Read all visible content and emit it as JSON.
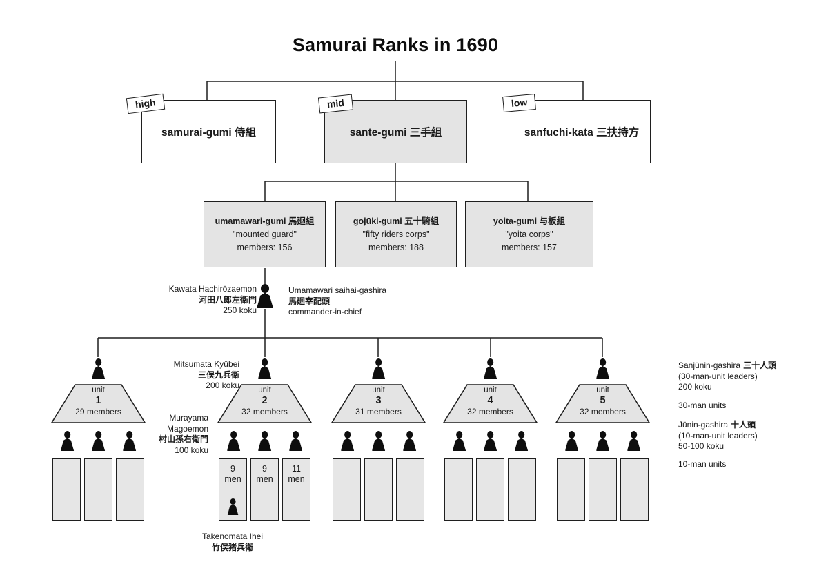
{
  "title": "Samurai Ranks in 1690",
  "colors": {
    "box_fill": "#e4e4e4",
    "line": "#1f1f1f",
    "background": "#ffffff",
    "text": "#1b1b1b"
  },
  "icons": {
    "person": "black person-silhouette (head circle + shoulders)"
  },
  "tier1": [
    {
      "tag": "high",
      "label": "samurai-gumi 侍組",
      "highlighted": false
    },
    {
      "tag": "mid",
      "label": "sante-gumi 三手組",
      "highlighted": true
    },
    {
      "tag": "low",
      "label": "sanfuchi-kata 三扶持方",
      "highlighted": false
    }
  ],
  "tier2": [
    {
      "name": "umamawari-gumi 馬廻組",
      "alias": "\"mounted guard\"",
      "members": "members: 156"
    },
    {
      "name": "gojūki-gumi 五十騎組",
      "alias": "\"fifty riders corps\"",
      "members": "members: 188"
    },
    {
      "name": "yoita-gumi 与板組",
      "alias": "\"yoita corps\"",
      "members": "members: 157"
    }
  ],
  "commander": {
    "name_romaji": "Kawata Hachirōzaemon",
    "name_kanji": "河田八郎左衛門",
    "stipend": "250 koku",
    "title_romaji": "Umamawari saihai-gashira",
    "title_kanji": "馬廻宰配頭",
    "title_en": "commander-in-chief"
  },
  "units": [
    {
      "word": "unit",
      "number": "1",
      "members": "29 members"
    },
    {
      "word": "unit",
      "number": "2",
      "members": "32 members",
      "squads": [
        {
          "count": "9",
          "word": "men"
        },
        {
          "count": "9",
          "word": "men"
        },
        {
          "count": "11",
          "word": "men"
        }
      ]
    },
    {
      "word": "unit",
      "number": "3",
      "members": "31 members"
    },
    {
      "word": "unit",
      "number": "4",
      "members": "32 members"
    },
    {
      "word": "unit",
      "number": "5",
      "members": "32 members"
    }
  ],
  "annotations": {
    "unit2_leader": {
      "romaji": "Mitsumata Kyūbei",
      "kanji": "三俣九兵衛",
      "stipend": "200 koku"
    },
    "unit2_subleader": {
      "romaji_line1": "Murayama",
      "romaji_line2": "Magoemon",
      "kanji": "村山孫右衛門",
      "stipend": "100 koku"
    },
    "unit2_squadman": {
      "romaji": "Takenomata Ihei",
      "kanji": "竹俣猪兵衛"
    },
    "right_legend": {
      "r1_romaji": "Sanjūnin-gashira",
      "r1_kanji": "三十人頭",
      "r1_desc": "(30-man-unit leaders)",
      "r1_stipend": "200 koku",
      "r2": "30-man units",
      "r3_romaji": "Jūnin-gashira",
      "r3_kanji": "十人頭",
      "r3_desc": "(10-man-unit leaders)",
      "r3_stipend": "50-100 koku",
      "r4": "10-man units"
    }
  }
}
